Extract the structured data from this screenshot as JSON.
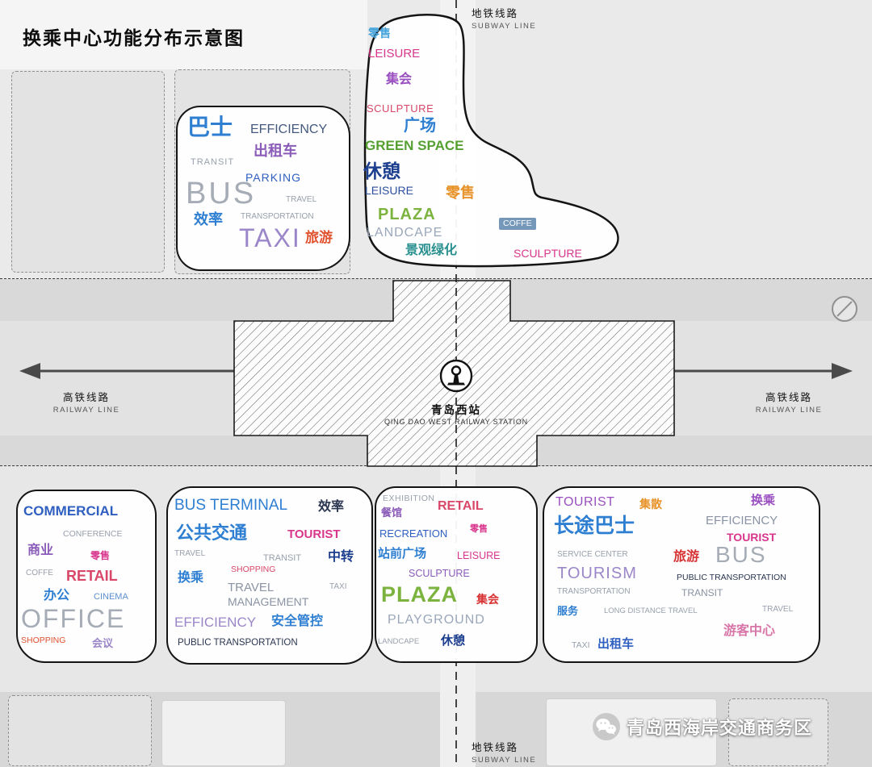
{
  "title": "换乘中心功能分布示意图",
  "palette": {
    "blue": "#2e7fd2",
    "blue2": "#2f5fc0",
    "lightblue": "#45a3dc",
    "skyblue": "#5b8fd0",
    "navy": "#1c3e8e",
    "navy2": "#2d4f9e",
    "darknavy": "#2a3550",
    "purple": "#8a5bb8",
    "violet": "#9a4fc0",
    "lightpurple": "#9a86c8",
    "magenta": "#d8368c",
    "pink": "#d876a8",
    "crimson": "#d84768",
    "red": "#d83333",
    "orangered": "#e0512e",
    "orange": "#e8922a",
    "green": "#56a032",
    "lightgreen": "#7cb33e",
    "teal": "#2a8f8f",
    "gray": "#98a0ac",
    "graydark": "#8a93a3",
    "graylight": "#a6acb6",
    "grayblue": "#9aa7ba",
    "slate": "#44597e",
    "white": "#ffffff",
    "label_blue": "#7497ba"
  },
  "lines": {
    "subway_top": {
      "zh": "地铁线路",
      "en": "SUBWAY LINE"
    },
    "subway_bottom": {
      "zh": "地铁线路",
      "en": "SUBWAY LINE"
    },
    "railway_left": {
      "zh": "高铁线路",
      "en": "RAILWAY LINE"
    },
    "railway_right": {
      "zh": "高铁线路",
      "en": "RAILWAY LINE"
    }
  },
  "station": {
    "name_zh": "青岛西站",
    "name_en": "QING DAO WEST RAILWAY STATION"
  },
  "watermark": {
    "text": "青岛西海岸交通商务区"
  },
  "clouds": {
    "nw_transit": {
      "words": [
        {
          "text": "巴士",
          "color": "blue"
        },
        {
          "text": "EFFICIENCY",
          "color": "slate"
        },
        {
          "text": "出租车",
          "color": "purple"
        },
        {
          "text": "TRANSIT",
          "color": "gray"
        },
        {
          "text": "PARKING",
          "color": "blue2"
        },
        {
          "text": "BUS",
          "color": "graylight"
        },
        {
          "text": "TRAVEL",
          "color": "gray"
        },
        {
          "text": "效率",
          "color": "blue"
        },
        {
          "text": "TRANSPORTATION",
          "color": "gray"
        },
        {
          "text": "TAXI",
          "color": "lightpurple"
        },
        {
          "text": "旅游",
          "color": "orangered"
        }
      ]
    },
    "n_plaza": {
      "words": [
        {
          "text": "零售",
          "color": "lightblue"
        },
        {
          "text": "LEISURE",
          "color": "magenta"
        },
        {
          "text": "集会",
          "color": "violet"
        },
        {
          "text": "SCULPTURE",
          "color": "crimson"
        },
        {
          "text": "广场",
          "color": "blue"
        },
        {
          "text": "GREEN SPACE",
          "color": "green"
        },
        {
          "text": "休憩",
          "color": "navy"
        },
        {
          "text": "LEISURE",
          "color": "navy2"
        },
        {
          "text": "零售",
          "color": "orange"
        },
        {
          "text": "PLAZA",
          "color": "lightgreen"
        },
        {
          "text": "LANDCAPE",
          "color": "grayblue"
        },
        {
          "text": "COFFE",
          "color": "white",
          "bg": "label_blue"
        },
        {
          "text": "景观绿化",
          "color": "teal"
        },
        {
          "text": "SCULPTURE",
          "color": "magenta"
        }
      ]
    },
    "sw_commercial": {
      "words": [
        {
          "text": "COMMERCIAL",
          "color": "blue2"
        },
        {
          "text": "CONFERENCE",
          "color": "gray"
        },
        {
          "text": "商业",
          "color": "purple"
        },
        {
          "text": "零售",
          "color": "magenta"
        },
        {
          "text": "COFFE",
          "color": "gray"
        },
        {
          "text": "RETAIL",
          "color": "crimson"
        },
        {
          "text": "办公",
          "color": "blue"
        },
        {
          "text": "CINEMA",
          "color": "skyblue"
        },
        {
          "text": "OFFICE",
          "color": "graylight"
        },
        {
          "text": "SHOPPING",
          "color": "orangered"
        },
        {
          "text": "会议",
          "color": "lightpurple"
        }
      ]
    },
    "s_terminal": {
      "words": [
        {
          "text": "BUS TERMINAL",
          "color": "blue"
        },
        {
          "text": "效率",
          "color": "darknavy"
        },
        {
          "text": "公共交通",
          "color": "blue"
        },
        {
          "text": "TOURIST",
          "color": "magenta"
        },
        {
          "text": "TRAVEL",
          "color": "gray"
        },
        {
          "text": "TRANSIT",
          "color": "gray"
        },
        {
          "text": "中转",
          "color": "navy"
        },
        {
          "text": "SHOPPING",
          "color": "crimson"
        },
        {
          "text": "换乘",
          "color": "blue"
        },
        {
          "text": "TRAVEL",
          "color": "graydark"
        },
        {
          "text": "TAXI",
          "color": "gray"
        },
        {
          "text": "MANAGEMENT",
          "color": "graydark"
        },
        {
          "text": "EFFICIENCY",
          "color": "lightpurple"
        },
        {
          "text": "安全管控",
          "color": "blue"
        },
        {
          "text": "PUBLIC TRANSPORTATION",
          "color": "darknavy"
        }
      ]
    },
    "s_plaza": {
      "words": [
        {
          "text": "EXHIBITION",
          "color": "gray"
        },
        {
          "text": "RETAIL",
          "color": "crimson"
        },
        {
          "text": "餐馆",
          "color": "purple"
        },
        {
          "text": "RECREATION",
          "color": "blue2"
        },
        {
          "text": "零售",
          "color": "magenta"
        },
        {
          "text": "站前广场",
          "color": "blue"
        },
        {
          "text": "LEISURE",
          "color": "magenta"
        },
        {
          "text": "SCULPTURE",
          "color": "purple"
        },
        {
          "text": "PLAZA",
          "color": "lightgreen"
        },
        {
          "text": "集会",
          "color": "red"
        },
        {
          "text": "PLAYGROUND",
          "color": "grayblue"
        },
        {
          "text": "LANDCAPE",
          "color": "gray"
        },
        {
          "text": "休憩",
          "color": "navy"
        }
      ]
    },
    "se_tourist": {
      "words": [
        {
          "text": "TOURIST",
          "color": "violet"
        },
        {
          "text": "集散",
          "color": "orange"
        },
        {
          "text": "换乘",
          "color": "violet"
        },
        {
          "text": "EFFICIENCY",
          "color": "graydark"
        },
        {
          "text": "长途巴士",
          "color": "blue"
        },
        {
          "text": "TOURIST",
          "color": "magenta"
        },
        {
          "text": "SERVICE CENTER",
          "color": "gray"
        },
        {
          "text": "旅游",
          "color": "red"
        },
        {
          "text": "BUS",
          "color": "graylight"
        },
        {
          "text": "TOURISM",
          "color": "lightpurple"
        },
        {
          "text": "PUBLIC TRANSPORTATION",
          "color": "darknavy"
        },
        {
          "text": "TRANSPORTATION",
          "color": "gray"
        },
        {
          "text": "TRANSIT",
          "color": "graydark"
        },
        {
          "text": "服务",
          "color": "blue"
        },
        {
          "text": "LONG DISTANCE TRAVEL",
          "color": "gray"
        },
        {
          "text": "TRAVEL",
          "color": "gray"
        },
        {
          "text": "TAXI",
          "color": "gray"
        },
        {
          "text": "出租车",
          "color": "blue2"
        },
        {
          "text": "游客中心",
          "color": "pink"
        }
      ]
    }
  }
}
